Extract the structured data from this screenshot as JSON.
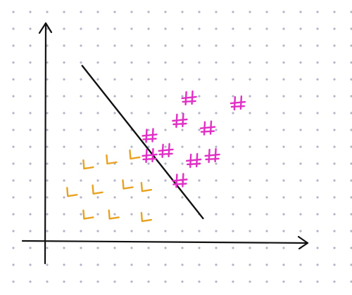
{
  "colors": {
    "background": "#ffffff",
    "grid_dot": "#b3b5c8",
    "axis": "#111111",
    "boundary": "#111111",
    "class_l": "#e8a21f",
    "class_h": "#e02fc4"
  },
  "classes": {
    "class_l": {
      "glyph": "L"
    },
    "class_h": {
      "glyph": "H"
    }
  },
  "chart_data": {
    "type": "scatter",
    "title": "",
    "xlabel": "",
    "ylabel": "",
    "xlim": [
      0,
      10
    ],
    "ylim": [
      0,
      8
    ],
    "grid": false,
    "decision_boundary": {
      "from": [
        1.6,
        7.0
      ],
      "to": [
        6.8,
        0.9
      ]
    },
    "series": [
      {
        "glyph": "L",
        "color": "#e8a21f",
        "points": [
          [
            1.8,
            3.0
          ],
          [
            2.8,
            3.2
          ],
          [
            3.8,
            3.4
          ],
          [
            3.5,
            2.2
          ],
          [
            4.3,
            2.1
          ],
          [
            2.2,
            2.0
          ],
          [
            1.1,
            1.9
          ],
          [
            1.8,
            1.0
          ],
          [
            2.9,
            1.0
          ],
          [
            4.3,
            0.9
          ]
        ]
      },
      {
        "glyph": "H",
        "color": "#e02fc4",
        "points": [
          [
            6.2,
            5.7
          ],
          [
            8.3,
            5.5
          ],
          [
            5.8,
            4.8
          ],
          [
            7.0,
            4.5
          ],
          [
            4.5,
            4.2
          ],
          [
            4.5,
            3.4
          ],
          [
            5.2,
            3.6
          ],
          [
            6.4,
            3.2
          ],
          [
            7.2,
            3.4
          ],
          [
            5.8,
            2.4
          ]
        ]
      }
    ]
  }
}
